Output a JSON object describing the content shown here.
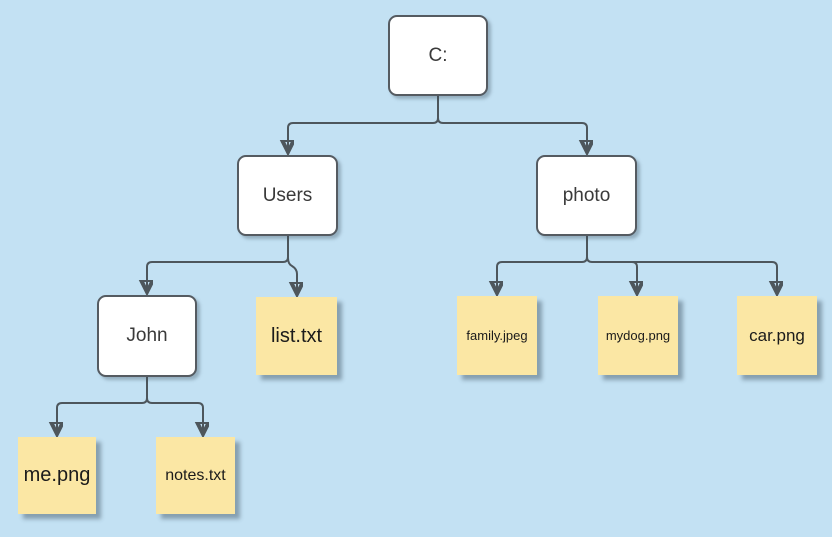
{
  "diagram": {
    "type": "tree",
    "nodes": {
      "c": {
        "label": "C:",
        "kind": "folder"
      },
      "users": {
        "label": "Users",
        "kind": "folder"
      },
      "photo": {
        "label": "photo",
        "kind": "folder"
      },
      "john": {
        "label": "John",
        "kind": "folder"
      },
      "list": {
        "label": "list.txt",
        "kind": "file"
      },
      "family": {
        "label": "family.jpeg",
        "kind": "file"
      },
      "mydog": {
        "label": "mydog.png",
        "kind": "file"
      },
      "car": {
        "label": "car.png",
        "kind": "file"
      },
      "me": {
        "label": "me.png",
        "kind": "file"
      },
      "notes": {
        "label": "notes.txt",
        "kind": "file"
      }
    },
    "edges": [
      {
        "from": "C:",
        "to": "Users"
      },
      {
        "from": "C:",
        "to": "photo"
      },
      {
        "from": "Users",
        "to": "John"
      },
      {
        "from": "Users",
        "to": "list.txt"
      },
      {
        "from": "photo",
        "to": "family.jpeg"
      },
      {
        "from": "photo",
        "to": "mydog.png"
      },
      {
        "from": "photo",
        "to": "car.png"
      },
      {
        "from": "John",
        "to": "me.png"
      },
      {
        "from": "John",
        "to": "notes.txt"
      }
    ],
    "colors": {
      "background": "#c3e1f3",
      "connector": "#4d565c",
      "folder_fill": "#ffffff",
      "folder_border": "#555b61",
      "file_fill": "#fbe7a4",
      "text": "#1b1b1b"
    }
  }
}
